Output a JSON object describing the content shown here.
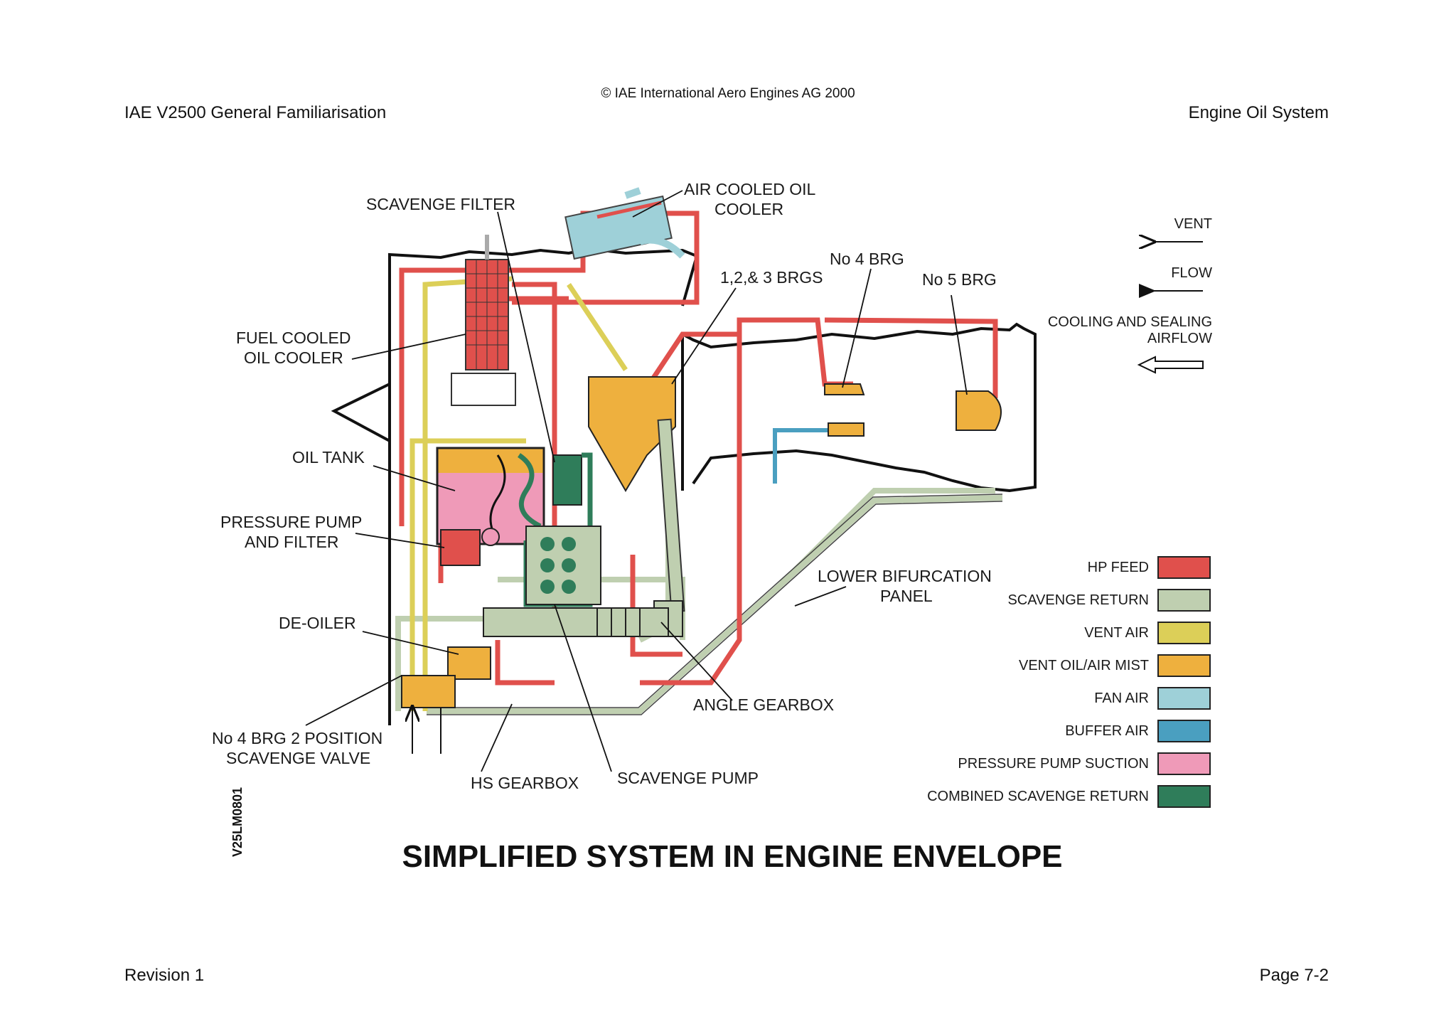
{
  "header": {
    "copyright": "© IAE International Aero Engines AG 2000",
    "left_title": "IAE V2500 General Familiarisation",
    "right_title": "Engine Oil System"
  },
  "footer": {
    "revision": "Revision 1",
    "page": "Page 7-2"
  },
  "diagram": {
    "title": "SIMPLIFIED SYSTEM IN ENGINE ENVELOPE",
    "figure_code": "V25LM0801",
    "labels": {
      "scavenge_filter": "SCAVENGE FILTER",
      "air_cooled_1": "AIR COOLED OIL",
      "air_cooled_2": "COOLER",
      "brgs_123": "1,2,& 3 BRGS",
      "no4_brg": "No 4 BRG",
      "no5_brg": "No 5 BRG",
      "fuel_cooled_1": "FUEL COOLED",
      "fuel_cooled_2": "OIL COOLER",
      "oil_tank": "OIL TANK",
      "pressure_pump_1": "PRESSURE PUMP",
      "pressure_pump_2": "AND FILTER",
      "de_oiler": "DE-OILER",
      "no4_valve_1": "No 4 BRG 2 POSITION",
      "no4_valve_2": "SCAVENGE VALVE",
      "hs_gearbox": "HS GEARBOX",
      "scavenge_pump": "SCAVENGE PUMP",
      "angle_gearbox": "ANGLE GEARBOX",
      "lower_bif_1": "LOWER BIFURCATION",
      "lower_bif_2": "PANEL"
    },
    "arrows": {
      "vent": "VENT",
      "flow": "FLOW",
      "cooling_1": "COOLING AND SEALING",
      "cooling_2": "AIRFLOW"
    },
    "legend": [
      {
        "label": "HP FEED",
        "color": "#e0504c"
      },
      {
        "label": "SCAVENGE RETURN",
        "color": "#bfcfb0"
      },
      {
        "label": "VENT AIR",
        "color": "#dccf58"
      },
      {
        "label": "VENT OIL/AIR MIST",
        "color": "#eeb03e"
      },
      {
        "label": "FAN AIR",
        "color": "#9ed0d8"
      },
      {
        "label": "BUFFER AIR",
        "color": "#4a9fc0"
      },
      {
        "label": "PRESSURE PUMP SUCTION",
        "color": "#ef9ab8"
      },
      {
        "label": "COMBINED SCAVENGE RETURN",
        "color": "#2f7d5a"
      }
    ]
  }
}
